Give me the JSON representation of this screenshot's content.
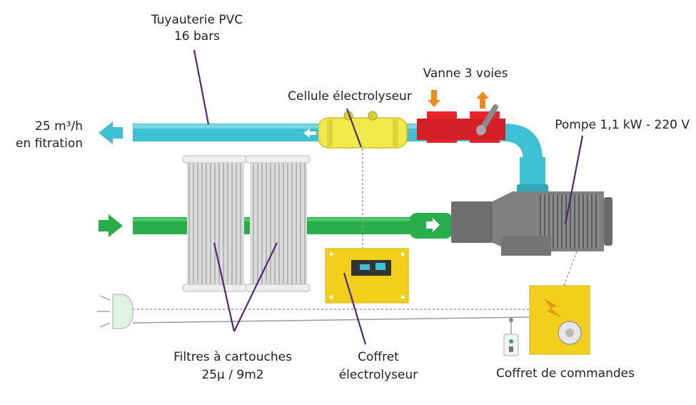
{
  "labels": {
    "pipe_title_1": "Tuyauterie PVC",
    "pipe_title_2": "16 bars",
    "valve": "Vanne 3 voies",
    "cell": "Cellule électrolyseur",
    "flow_rate_1": "25 m³/h",
    "flow_rate_2": "en fitration",
    "pump": "Pompe 1,1 kW - 220 V",
    "filters_1": "Filtres à cartouches",
    "filters_2": "25μ / 9m2",
    "electro_box_1": "Coffret",
    "electro_box_2": "électrolyseur",
    "control_box": "Coffret de commandes"
  },
  "colors": {
    "pipe_out": "#3ec1d3",
    "pipe_in": "#27ae4a",
    "valve": "#e8242c",
    "cell": "#f1e84a",
    "box": "#f2cf1b",
    "pump": "#808080",
    "leader_line": "#4b2a7a",
    "arrow_orange": "#f08a1c"
  },
  "icons": [
    "arrow-left-icon",
    "arrow-right-icon",
    "arrow-down-icon",
    "arrow-up-icon",
    "lightning-icon",
    "gauge-icon",
    "light-icon",
    "switch-icon"
  ]
}
